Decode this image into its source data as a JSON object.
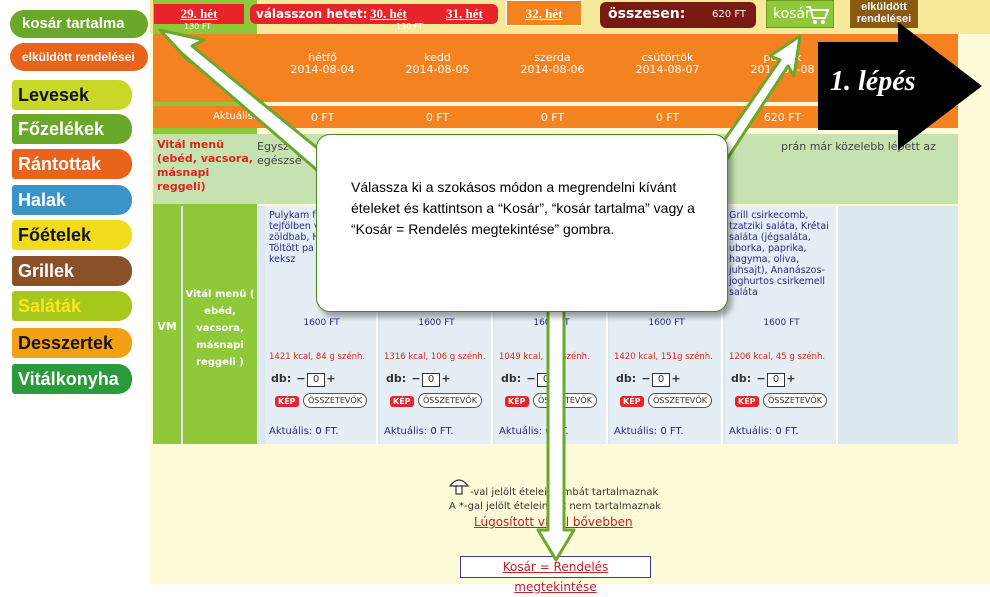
{
  "sidebar": {
    "cart": "kosár tartalma",
    "sent_orders": "elküldött rendelései",
    "items": [
      {
        "label": "Levesek",
        "bg": "#c8d826",
        "color": "#111"
      },
      {
        "label": "Főzelékek",
        "bg": "#6aa82a",
        "color": "#fff"
      },
      {
        "label": "Rántottak",
        "bg": "#e8641a",
        "color": "#fff"
      },
      {
        "label": "Halak",
        "bg": "#3a94c8",
        "color": "#fff"
      },
      {
        "label": "Főételek",
        "bg": "#f0dc1c",
        "color": "#111"
      },
      {
        "label": "Grillek",
        "bg": "#8a5028",
        "color": "#fff"
      },
      {
        "label": "Saláták",
        "bg": "#a6c81c",
        "color": "#ffe41c"
      },
      {
        "label": "Desszertek",
        "bg": "#f4a014",
        "color": "#111"
      },
      {
        "label": "Vitálkonyha",
        "bg": "#2a9a3a",
        "color": "#fff"
      }
    ]
  },
  "topbar": {
    "week_29": "29. hét",
    "week_29_sub": "130 FT",
    "choose_week": "válasszon hetet:",
    "week_30": "30. hét",
    "week_31": "31. hét",
    "week_30_sub": "130 FT",
    "week_32": "32. hét",
    "total_label": "összesen:",
    "total_value": "620 FT",
    "cart_button": "kosár",
    "sent_button": "elküldött rendelései"
  },
  "days": [
    {
      "name": "hétfő",
      "date": "2014-08-04",
      "current": "0 FT"
    },
    {
      "name": "kedd",
      "date": "2014-08-05",
      "current": "0 FT"
    },
    {
      "name": "szerda",
      "date": "2014-08-06",
      "current": "0 FT"
    },
    {
      "name": "csütörtök",
      "date": "2014-08-07",
      "current": "0 FT"
    },
    {
      "name": "péntek",
      "date": "2014-08-08",
      "current": "620 FT"
    }
  ],
  "current_label": "Aktuális:",
  "vital": {
    "title": "Vitál menü (ebéd, vacsora, másnapi reggeli)",
    "desc_left": "Egyszerű",
    "desc_left2": "egészsé",
    "desc_right": "prán már közelebb lépett az",
    "row_code": "VM",
    "row_label": "Vitál menü ( ebéd, vacsora, másnapi reggeli )"
  },
  "menu": [
    {
      "dish": "Pulykam fokhagym tejfölben vajban p zöldbab, Hawaii je Töltött pa + 10 db keksz",
      "price": "1600 FT",
      "kcal": "1421 kcal, 84 g szénh.",
      "qty": "0",
      "current": "Aktuális: 0 FT."
    },
    {
      "dish": "",
      "price": "1600 FT",
      "kcal": "1316 kcal, 106 g szénh.",
      "qty": "0",
      "current": "Aktuális: 0 FT."
    },
    {
      "dish": "",
      "price": "1600 FT",
      "kcal": "1049 kcal, 1 g szénh.",
      "qty": "0",
      "current": "Aktuális: 0 FT."
    },
    {
      "dish": "",
      "price": "1600 FT",
      "kcal": "1420 kcal, 151g szénh.",
      "qty": "0",
      "current": "Aktuális: 0 FT."
    },
    {
      "dish": "Grill csirkecomb, tzatziki saláta, Krétai saláta (jégsaláta, uborka, paprika, hagyma, oliva, juhsajt), Ananászos-joghurtos csirkemell saláta",
      "price": "1600 FT",
      "kcal": "1206 kcal, 45 g szénh.",
      "qty": "0",
      "current": "Aktuális: 0 FT."
    }
  ],
  "labels": {
    "db": "db:",
    "minus": "−",
    "plus": "+",
    "kep": "KÉP",
    "ossz": "ÖSSZETEVŐK"
  },
  "footer": {
    "line1": "-val jelölt ételein    ombát tartalmaznak",
    "line2": "A *-gal jelölt ételeink    st nem tartalmaznak",
    "line3": "Lúgosított víz    ől bővebben",
    "order_button": "Kosár = Rendelés megtekintése"
  },
  "callout": {
    "text": "Válassza ki a szokásos módon a megrendelni kívánt ételeket és kattintson a “Kosár”, “kosár tartalma” vagy a “Kosár = Rendelés megtekintése” gombra."
  },
  "step": "1. lépés",
  "colors": {
    "orange": "#f58220",
    "green": "#8fc93a",
    "red": "#e8232a",
    "cream": "#fffbd8",
    "arrow": "#6aa82a"
  }
}
